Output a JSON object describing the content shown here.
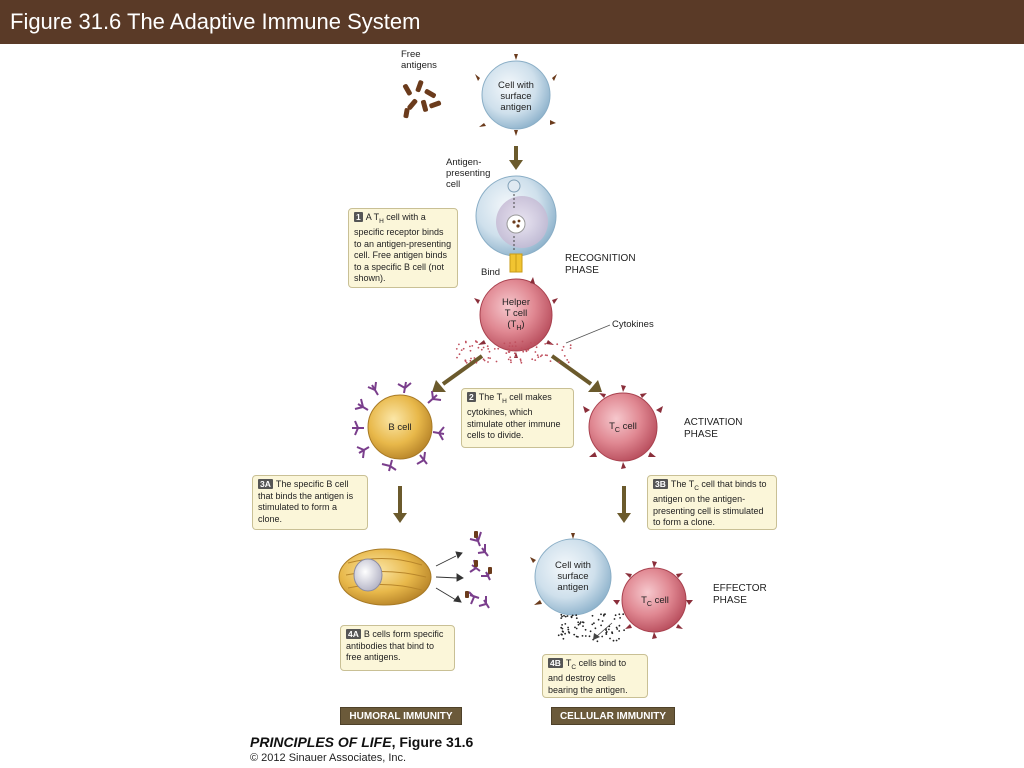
{
  "header": {
    "title": "Figure 31.6  The Adaptive Immune System"
  },
  "labels": {
    "free_antigens": "Free\nantigens",
    "cell_surface_antigen": "Cell with\nsurface\nantigen",
    "apc": "Antigen-\npresenting\ncell",
    "bind": "Bind",
    "helper_t": "Helper\nT cell",
    "helper_t_abbr": "(T",
    "helper_t_sub": "H",
    "helper_t_close": ")",
    "cytokines": "Cytokines",
    "b_cell": "B cell",
    "tc_cell_main": "T",
    "tc_cell_sub": "C",
    "tc_cell_tail": " cell",
    "cell_surface_antigen_2": "Cell with\nsurface\nantigen",
    "tc_cell_2_main": "T",
    "tc_cell_2_sub": "C",
    "tc_cell_2_tail": " cell"
  },
  "phases": {
    "recognition": "RECOGNITION\nPHASE",
    "activation": "ACTIVATION\nPHASE",
    "effector": "EFFECTOR\nPHASE"
  },
  "steps": {
    "s1": {
      "num": "1",
      "text_a": "A T",
      "text_sub": "H",
      "text_b": " cell with a specific receptor binds to an antigen-presenting cell. Free antigen binds to a specific B cell (not shown)."
    },
    "s2": {
      "num": "2",
      "text_a": "The T",
      "text_sub": "H",
      "text_b": " cell makes cytokines, which stimulate other immune cells to divide."
    },
    "s3a": {
      "num": "3A",
      "text": "The specific B cell that binds the antigen is stimulated to form a clone."
    },
    "s3b": {
      "num": "3B",
      "text_a": "The T",
      "text_sub": "C",
      "text_b": " cell that binds to antigen on the antigen-presenting cell is stimulated to form a clone."
    },
    "s4a": {
      "num": "4A",
      "text": "B cells form specific antibodies that bind to free antigens."
    },
    "s4b": {
      "num": "4B",
      "text_a": "T",
      "text_sub": "C",
      "text_b": " cells bind to and destroy cells bearing the antigen."
    }
  },
  "footer": {
    "humoral": "HUMORAL IMMUNITY",
    "cellular": "CELLULAR IMMUNITY",
    "book": "PRINCIPLES OF LIFE",
    "figure": ", Figure 31.6",
    "copyright": "© 2012 Sinauer Associates, Inc."
  },
  "colors": {
    "header_bg": "#5a3a27",
    "blue_cell": "#c9ddea",
    "pink_cell": "#d9727f",
    "b_cell": "#e7b84a",
    "antibody": "#7a3e8c",
    "antigen": "#6b3b1c",
    "arrow": "#6b5a2c"
  }
}
